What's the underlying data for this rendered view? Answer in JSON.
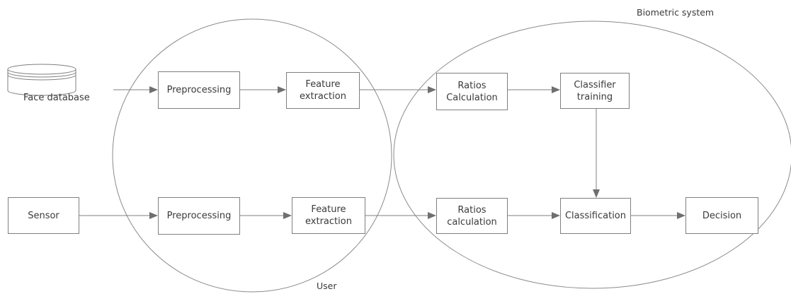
{
  "groups": {
    "biometric": "Biometric system",
    "user": "User"
  },
  "database": {
    "label": "Face database"
  },
  "nodes": {
    "sensor": "Sensor",
    "preprocessing_top": "Preprocessing",
    "feature_extraction_top": "Feature\nextraction",
    "ratios_calculation_top": "Ratios\nCalculation",
    "classifier_training": "Classifier\ntraining",
    "preprocessing_bottom": "Preprocessing",
    "feature_extraction_bottom": "Feature\nextraction",
    "ratios_calculation_bottom": "Ratios\ncalculation",
    "classification": "Classification",
    "decision": "Decision"
  },
  "colors": {
    "line": "#7f7f7f",
    "ellipse": "#8a8a8a",
    "text": "#3a3a3a"
  }
}
